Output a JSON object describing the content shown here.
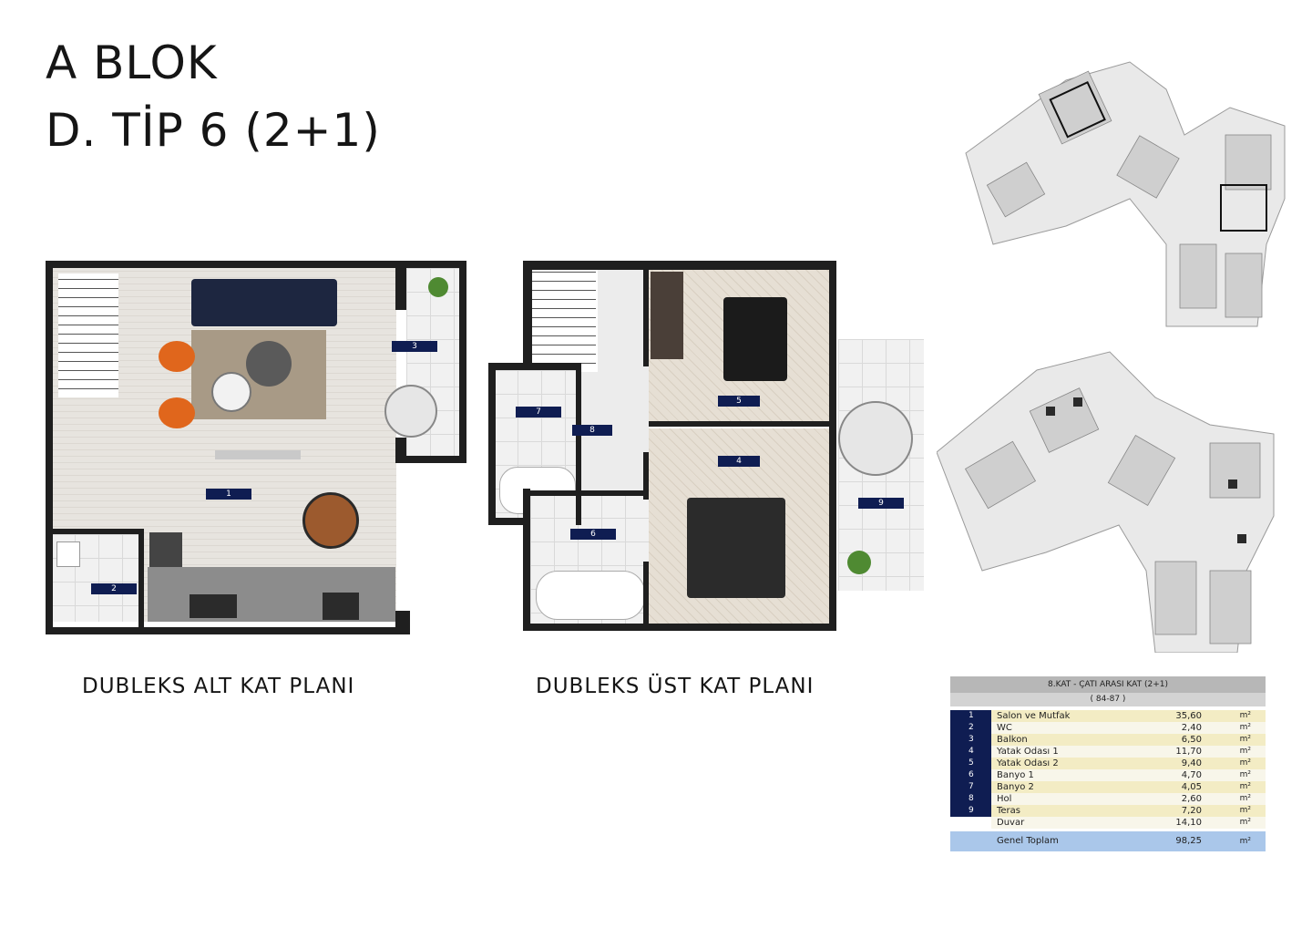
{
  "title": {
    "line1": "A BLOK",
    "line2": "D. TİP 6 (2+1)"
  },
  "captions": {
    "lower": "DUBLEKS ALT KAT PLANI",
    "upper": "DUBLEKS ÜST KAT PLANI"
  },
  "room_tags": {
    "r1": "1",
    "r2": "2",
    "r3": "3",
    "r4": "4",
    "r5": "5",
    "r6": "6",
    "r7": "7",
    "r8": "8",
    "r9": "9"
  },
  "table": {
    "header": "8.KAT - ÇATI ARASI KAT (2+1)",
    "subheader": "( 84-87 )",
    "rows": [
      {
        "no": "1",
        "name": "Salon ve Mutfak",
        "area": "35,60",
        "unit": "m²"
      },
      {
        "no": "2",
        "name": "WC",
        "area": "2,40",
        "unit": "m²"
      },
      {
        "no": "3",
        "name": "Balkon",
        "area": "6,50",
        "unit": "m²"
      },
      {
        "no": "4",
        "name": "Yatak Odası 1",
        "area": "11,70",
        "unit": "m²"
      },
      {
        "no": "5",
        "name": "Yatak Odası 2",
        "area": "9,40",
        "unit": "m²"
      },
      {
        "no": "6",
        "name": "Banyo 1",
        "area": "4,70",
        "unit": "m²"
      },
      {
        "no": "7",
        "name": "Banyo 2",
        "area": "4,05",
        "unit": "m²"
      },
      {
        "no": "8",
        "name": "Hol",
        "area": "2,60",
        "unit": "m²"
      },
      {
        "no": "9",
        "name": "Teras",
        "area": "7,20",
        "unit": "m²"
      },
      {
        "no": "",
        "name": "Duvar",
        "area": "14,10",
        "unit": "m²"
      }
    ],
    "total": {
      "name": "Genel Toplam",
      "area": "98,25",
      "unit": "m²"
    }
  },
  "colors": {
    "tag_navy": "#0f1d52",
    "table_header": "#b7b7b7",
    "table_odd": "#f3ecc4",
    "table_total": "#aac7ea"
  }
}
